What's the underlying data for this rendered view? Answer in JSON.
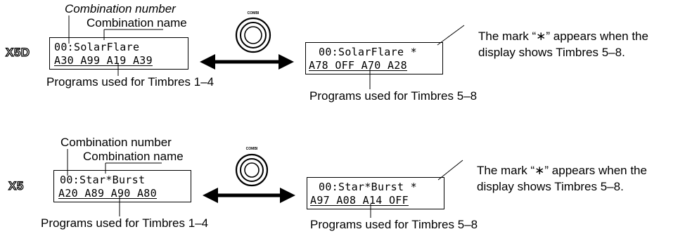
{
  "rows": [
    {
      "model": "X5D",
      "left_lcd": {
        "line1": "00:SolarFlare",
        "line2": "A30 A99 A19 A39"
      },
      "right_lcd": {
        "line1": "00:SolarFlare *",
        "line2": "A78 OFF A70 A28"
      },
      "label_number": "Combination number",
      "label_name": "Combination name",
      "left_caption": "Programs used for Timbres 1–4",
      "right_caption": "Programs used for Timbres 5–8",
      "note_line1": "The mark “∗” appears when the",
      "note_line2": "display shows Timbres 5–8."
    },
    {
      "model": "X5",
      "left_lcd": {
        "line1": "00:Star*Burst",
        "line2": "A20 A89 A90 A80"
      },
      "right_lcd": {
        "line1": "00:Star*Burst *",
        "line2": "A97 A08 A14 OFF"
      },
      "label_number": "Combination number",
      "label_name": "Combination name",
      "left_caption": "Programs used for Timbres 1–4",
      "right_caption": "Programs used for Timbres 5–8",
      "note_line1": "The mark “∗” appears when the",
      "note_line2": "display shows Timbres 5–8."
    }
  ],
  "button_label": "COMBI",
  "icons": [
    "combi-button-icon",
    "double-arrow-icon"
  ]
}
